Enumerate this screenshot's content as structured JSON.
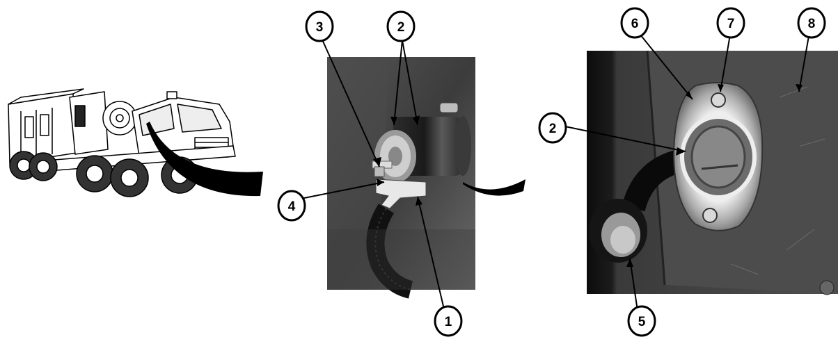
{
  "callouts": [
    {
      "id": "c1",
      "label": "1"
    },
    {
      "id": "c2",
      "label": "2"
    },
    {
      "id": "c3",
      "label": "3"
    },
    {
      "id": "c4",
      "label": "4"
    },
    {
      "id": "c2b",
      "label": "2"
    },
    {
      "id": "c5",
      "label": "5"
    },
    {
      "id": "c6",
      "label": "6"
    },
    {
      "id": "c7",
      "label": "7"
    },
    {
      "id": "c8",
      "label": "8"
    }
  ],
  "colors": {
    "photo_dark": "#2a2a2a",
    "photo_mid": "#6e6e6e",
    "metal": "#c8c8c8",
    "line": "#000000"
  }
}
